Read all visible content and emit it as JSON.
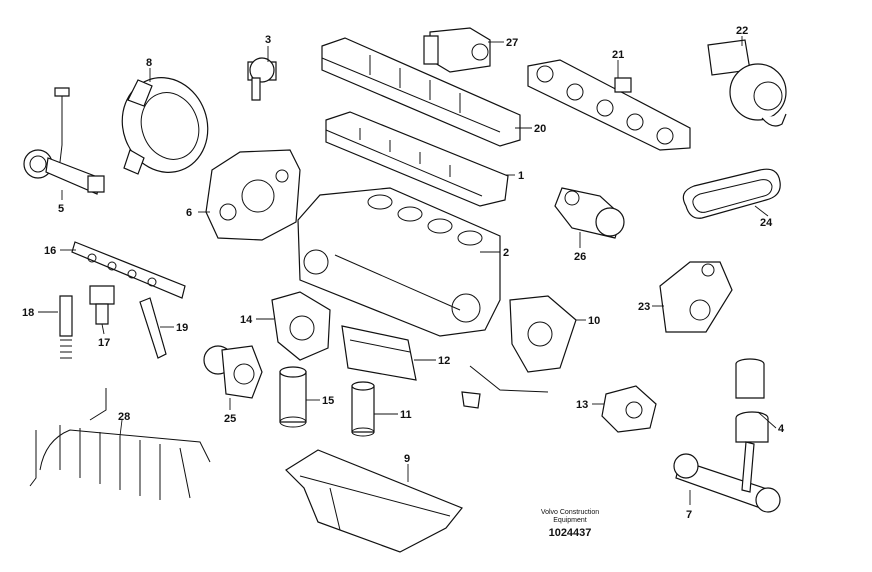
{
  "callouts": {
    "p1": "1",
    "p2": "2",
    "p3": "3",
    "p4": "4",
    "p5": "5",
    "p6": "6",
    "p7": "7",
    "p8": "8",
    "p9": "9",
    "p10": "10",
    "p11": "11",
    "p12": "12",
    "p13": "13",
    "p14": "14",
    "p15": "15",
    "p16": "16",
    "p17": "17",
    "p18": "18",
    "p19": "19",
    "p20": "20",
    "p21": "21",
    "p22": "22",
    "p23": "23",
    "p24": "24",
    "p25": "25",
    "p26": "26",
    "p27": "27",
    "p28": "28"
  },
  "footer": {
    "brand_line1": "Volvo Construction",
    "brand_line2": "Equipment",
    "drawing_number": "1024437"
  }
}
